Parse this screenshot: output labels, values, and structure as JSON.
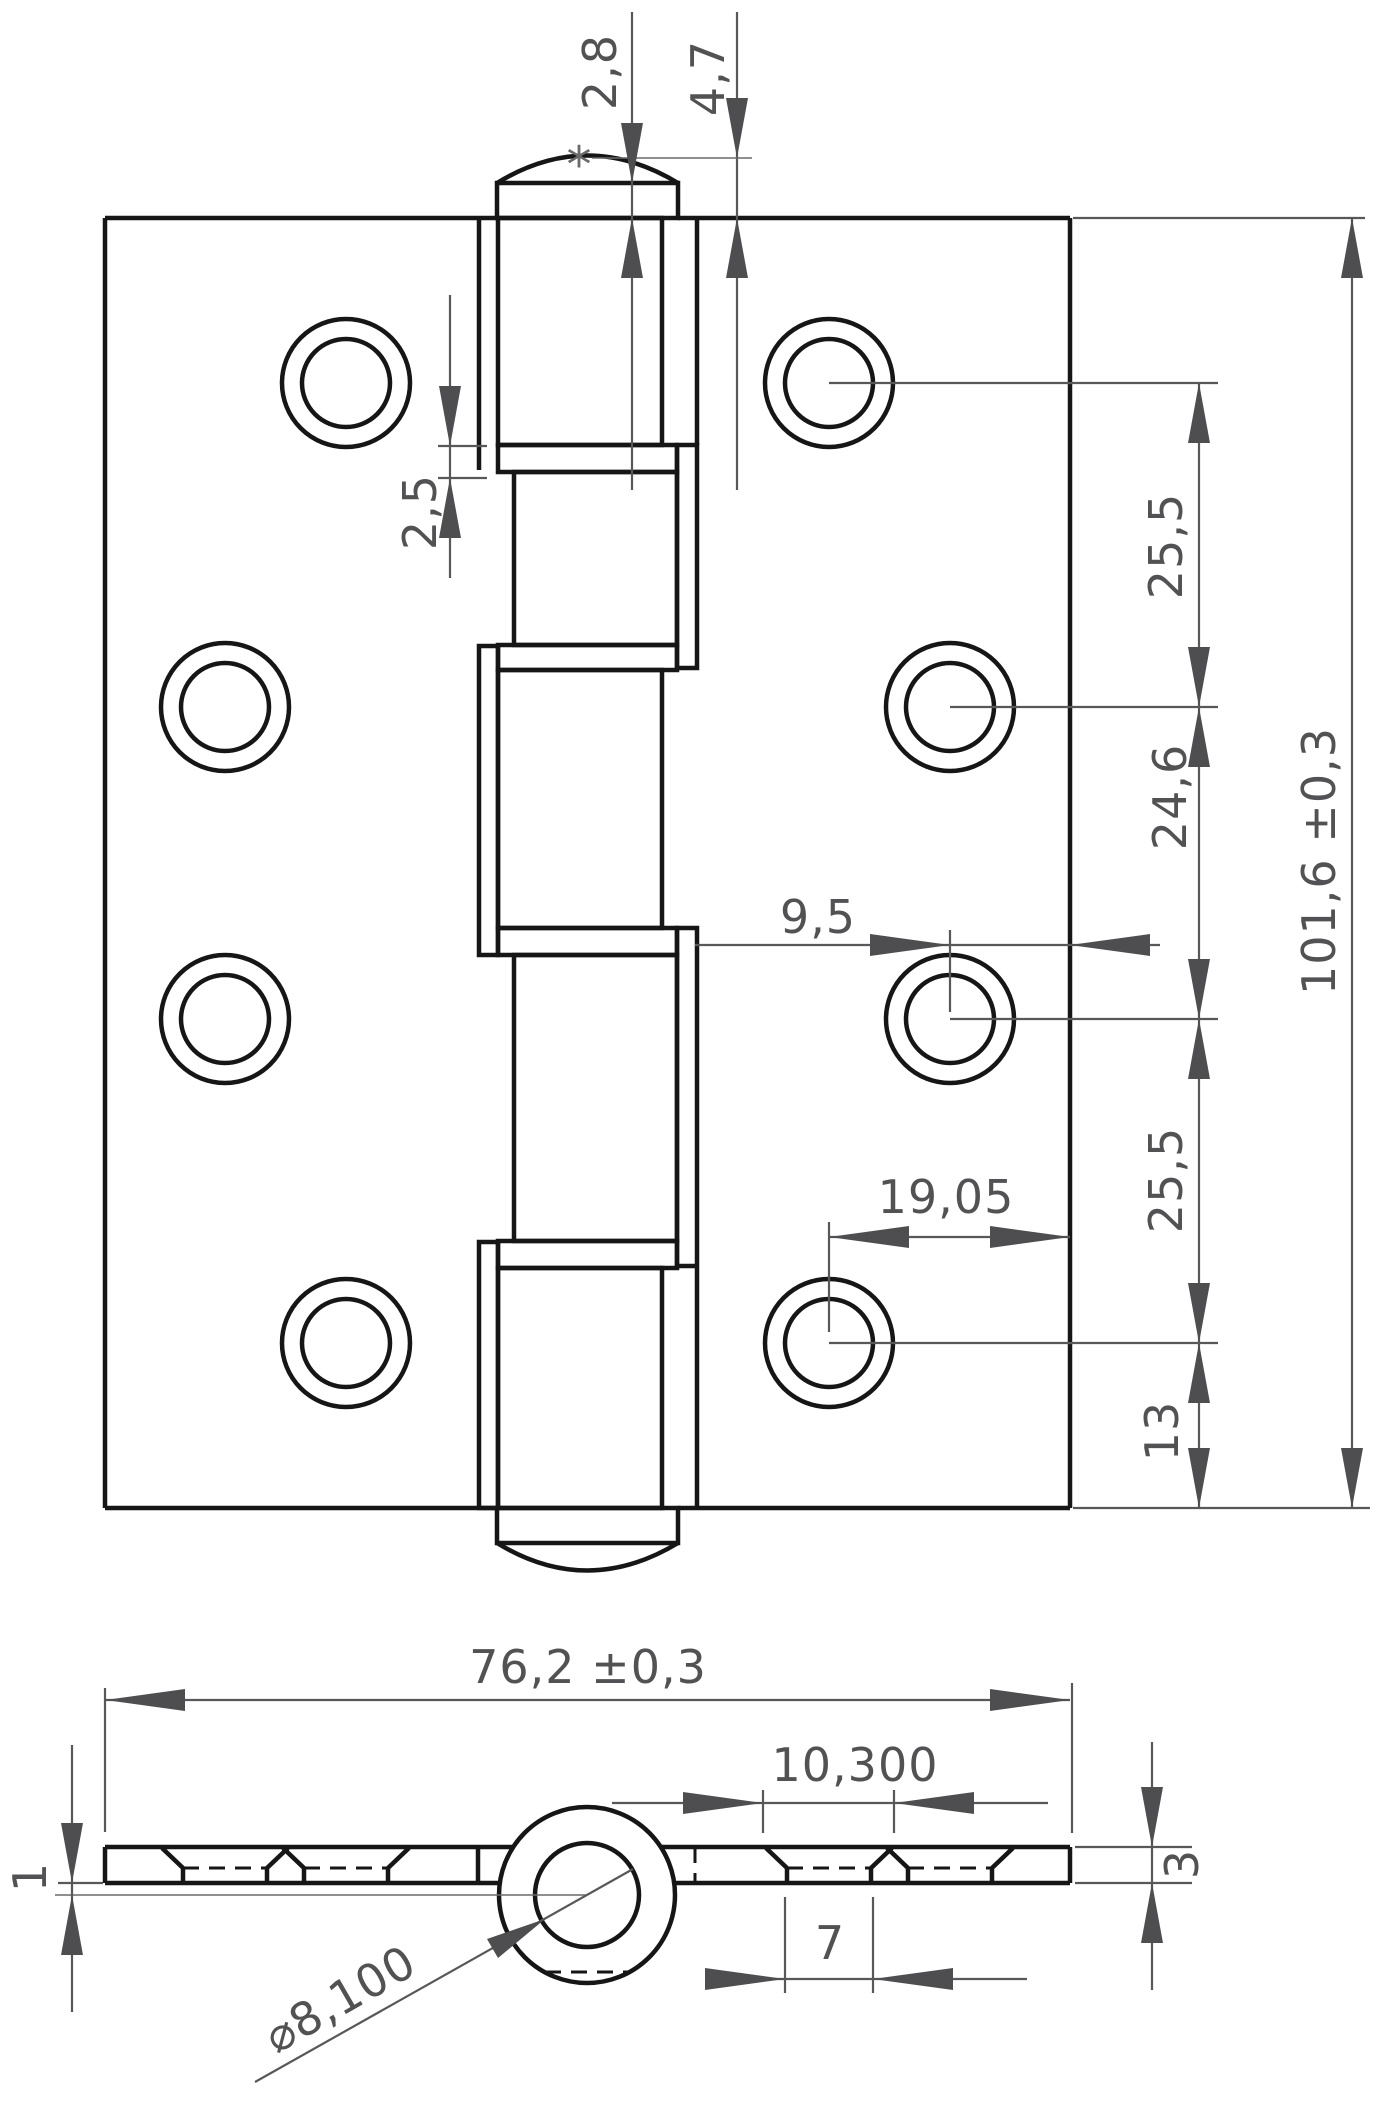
{
  "front_view": {
    "dimensions": {
      "pin_cap_height": "2,8",
      "pin_protrusion": "4,7",
      "dome_note": "*",
      "knuckle_gap": "2,5",
      "hole_pitch_top": "25,5",
      "hole_pitch_middle": "24,6",
      "hole_pitch_lower": "25,5",
      "hole_edge_distance": "13",
      "overall_height": "101,6 ±0,3",
      "hole_inset_right": "9,5",
      "hole_inset_corner": "19,05"
    }
  },
  "side_view": {
    "dimensions": {
      "overall_width": "76,2 ±0,3",
      "countersink_width": "10,300",
      "leaf_thickness": "3",
      "hole_width": "7",
      "axis_offset": "1",
      "pin_bore_diameter": "⌀8,100"
    }
  },
  "colors": {
    "part_line": "#161616",
    "dimension_line": "#58585a",
    "label_text": "#525254",
    "background": "#ffffff"
  }
}
